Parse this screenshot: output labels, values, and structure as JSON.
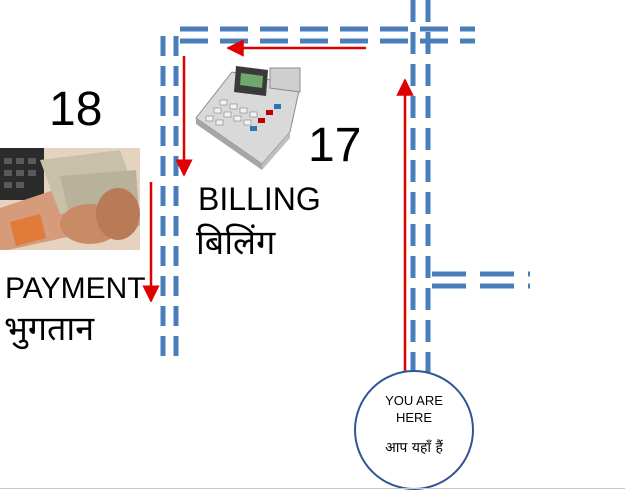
{
  "stations": {
    "payment": {
      "number": "18",
      "label_en": "PAYMENT",
      "label_hi": "भुगतान",
      "image_icon": "cash-money-icon"
    },
    "billing": {
      "number": "17",
      "label_en": "BILLING",
      "label_hi": "बिलिंग",
      "image_icon": "cash-register-icon"
    }
  },
  "you_are_here": {
    "line1": "YOU ARE",
    "line2": "HERE",
    "line_hi": "आप यहाँ हैं"
  },
  "colors": {
    "path": "#4a7ebb",
    "arrow": "#e00000",
    "marker_stroke": "#2f5597"
  }
}
